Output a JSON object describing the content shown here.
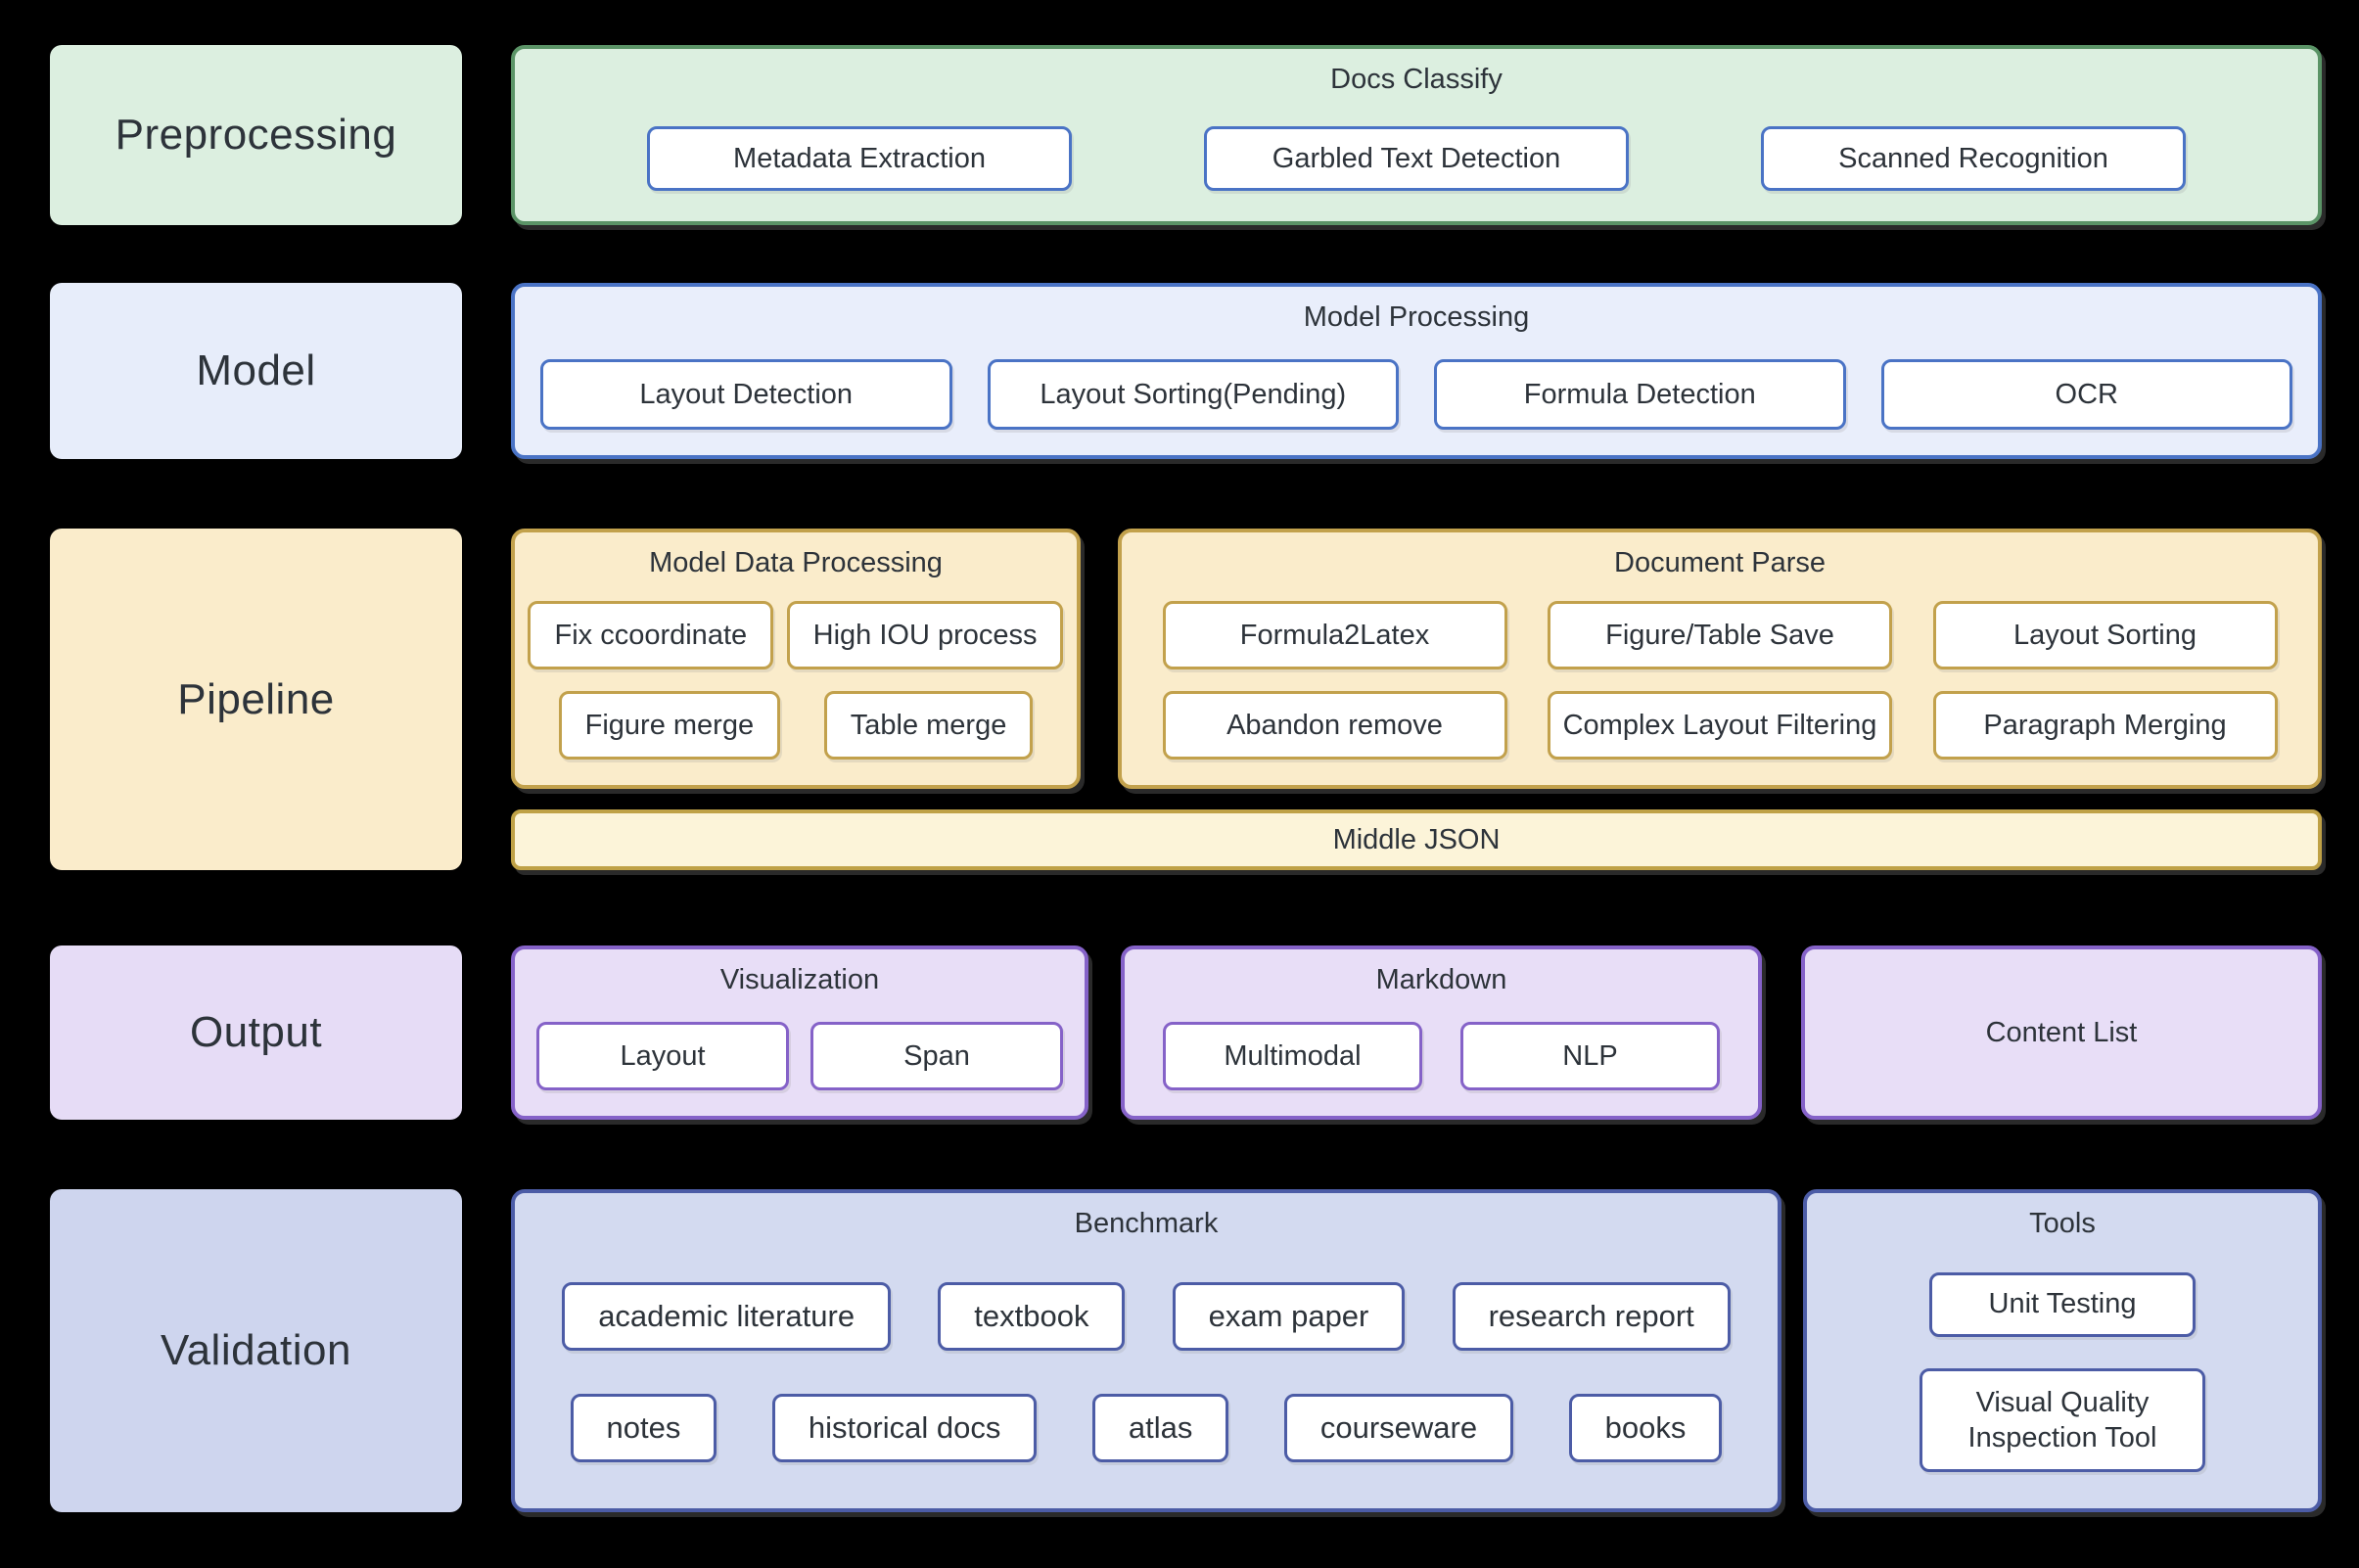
{
  "colors": {
    "page-bg": "#000000",
    "text": "#2d333a",
    "node-bg": "#ffffff",
    "green-border": "#5b9467",
    "green-fill": "#dcefe0",
    "blue-border": "#4a73c5",
    "blue-fill": "#e9eefb",
    "gold-border": "#c2a14c",
    "gold-fill": "#faeccb",
    "bar-border": "#bfa146",
    "bar-fill": "#fcf4d9",
    "purple-border": "#8562c8",
    "purple-fill": "#e8def7",
    "peri-border": "#4c5ca6",
    "peri-fill": "#d3daf0"
  },
  "rows": [
    {
      "label": "Preprocessing",
      "section": {
        "title": "Docs Classify",
        "nodes": [
          "Metadata Extraction",
          "Garbled Text Detection",
          "Scanned Recognition"
        ]
      }
    },
    {
      "label": "Model",
      "section": {
        "title": "Model Processing",
        "nodes": [
          "Layout Detection",
          "Layout Sorting(Pending)",
          "Formula Detection",
          "OCR"
        ]
      }
    },
    {
      "label": "Pipeline",
      "sections": [
        {
          "title": "Model Data Processing",
          "node_rows": [
            [
              "Fix ccoordinate",
              "High IOU process"
            ],
            [
              "Figure merge",
              "Table merge"
            ]
          ]
        },
        {
          "title": "Document Parse",
          "node_rows": [
            [
              "Formula2Latex",
              "Figure/Table Save",
              "Layout Sorting"
            ],
            [
              "Abandon remove",
              "Complex Layout Filtering",
              "Paragraph Merging"
            ]
          ]
        }
      ],
      "bar": "Middle JSON"
    },
    {
      "label": "Output",
      "sections": [
        {
          "title": "Visualization",
          "nodes": [
            "Layout",
            "Span"
          ]
        },
        {
          "title": "Markdown",
          "nodes": [
            "Multimodal",
            "NLP"
          ]
        },
        {
          "title": "Content List",
          "nodes": []
        }
      ]
    },
    {
      "label": "Validation",
      "sections": [
        {
          "title": "Benchmark",
          "node_rows": [
            [
              "academic literature",
              "textbook",
              "exam paper",
              "research report"
            ],
            [
              "notes",
              "historical docs",
              "atlas",
              "courseware",
              "books"
            ]
          ]
        },
        {
          "title": "Tools",
          "node_rows": [
            [
              "Unit Testing"
            ],
            [
              "Visual Quality Inspection Tool"
            ]
          ]
        }
      ]
    }
  ]
}
